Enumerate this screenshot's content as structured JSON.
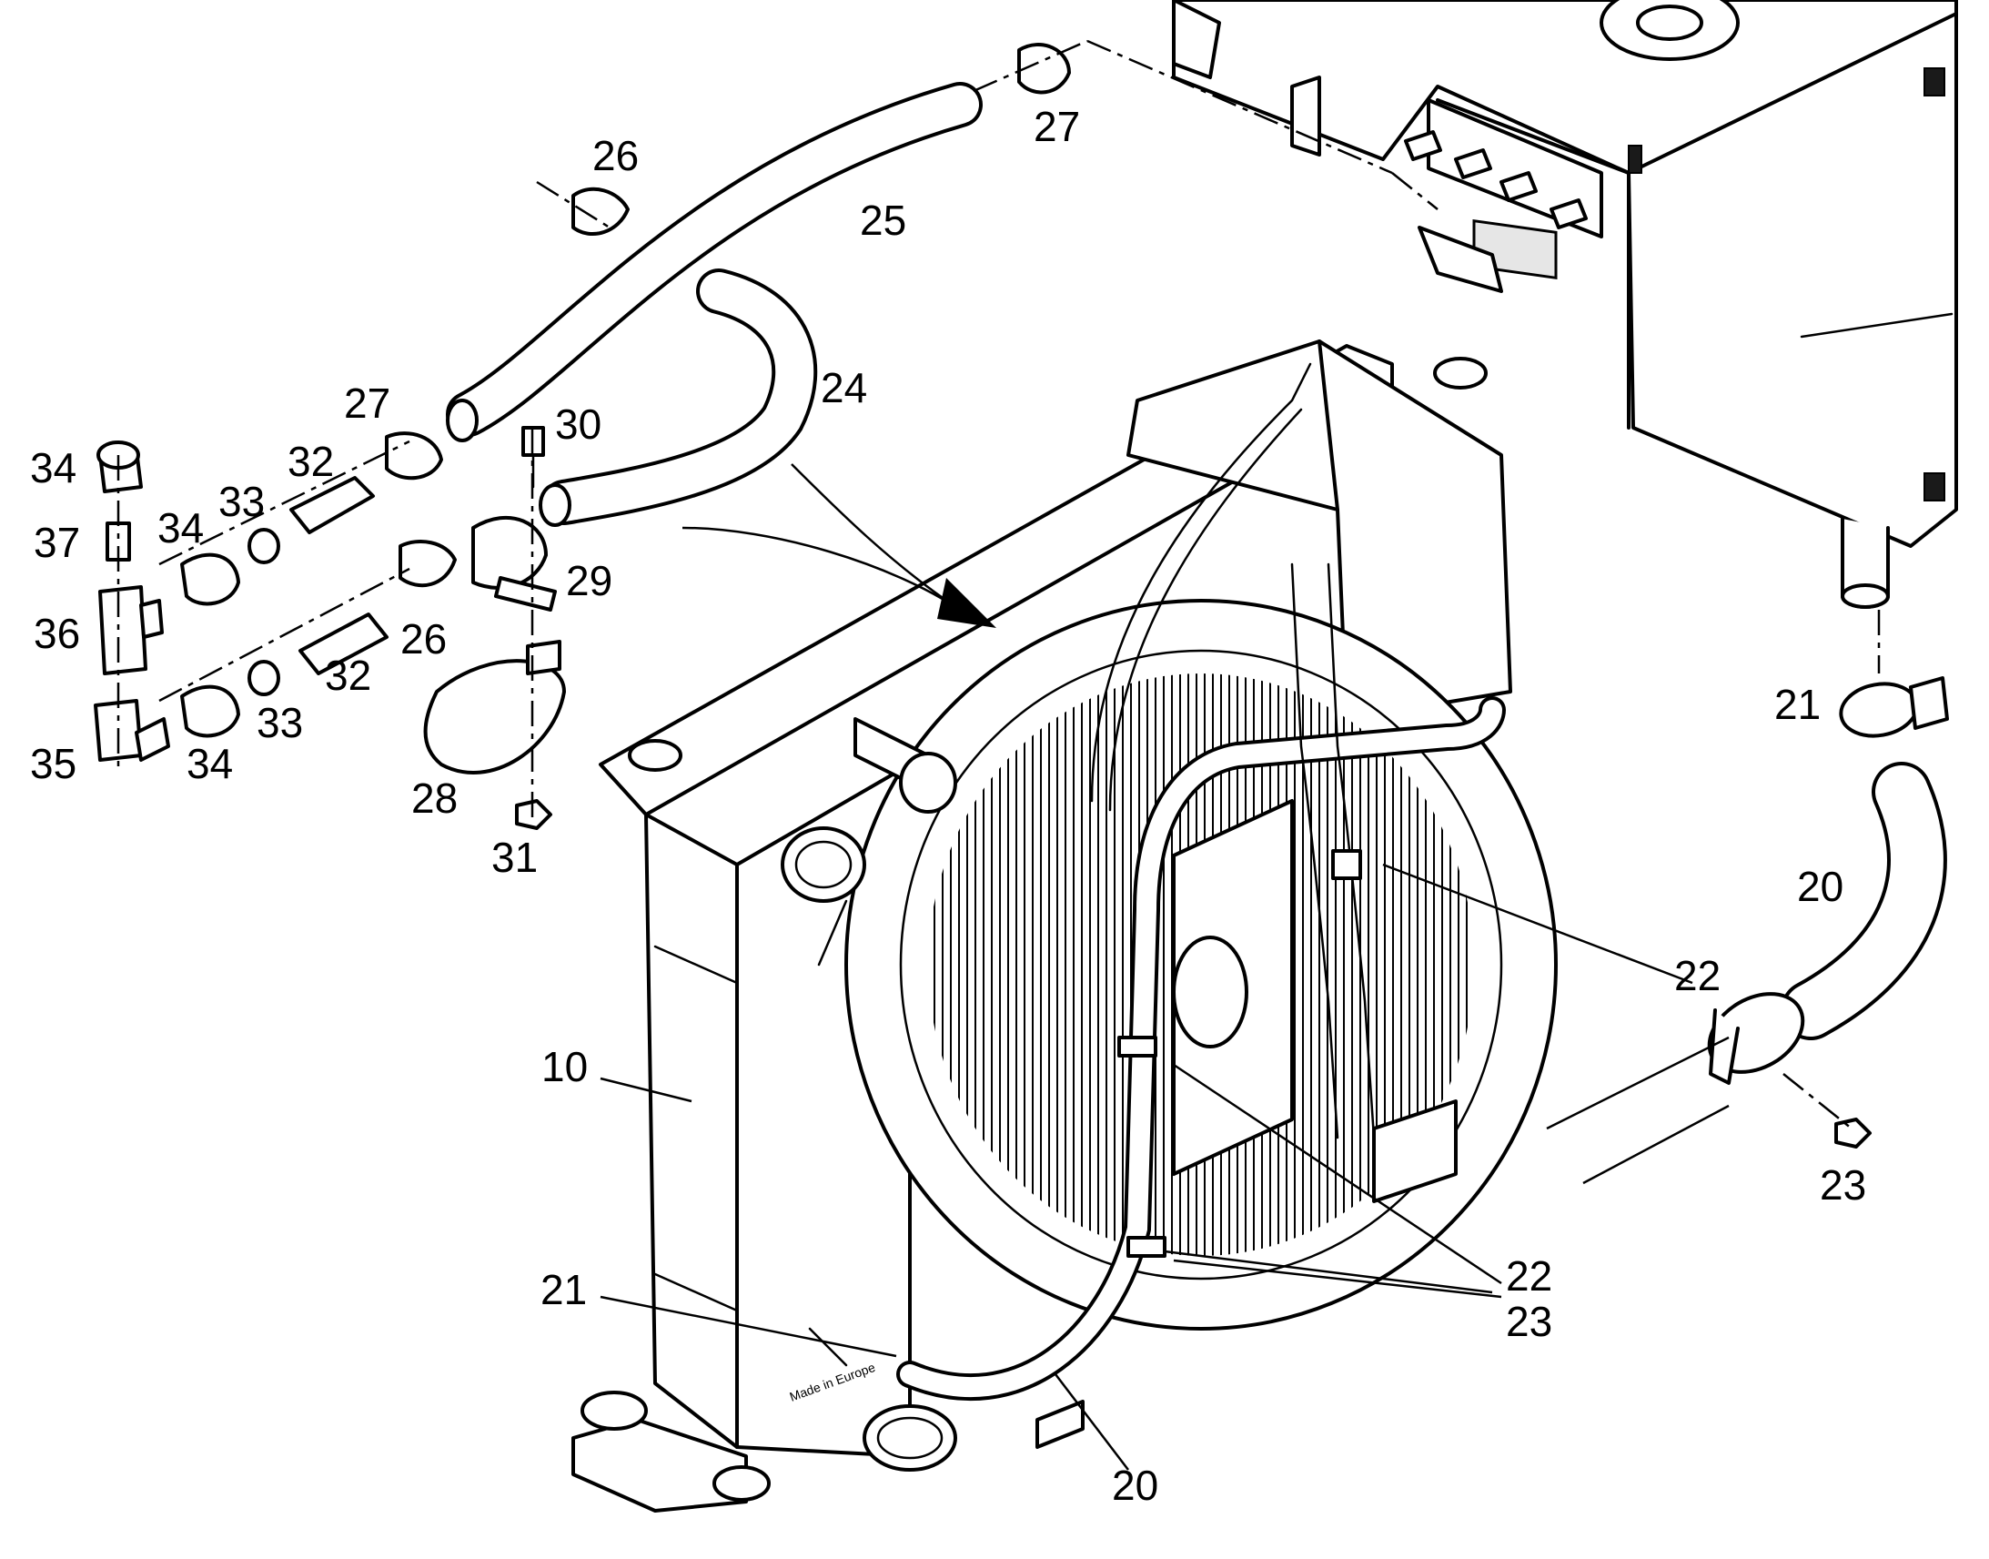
{
  "diagram": {
    "callouts": {
      "c10": "10",
      "c20a": "20",
      "c20b": "20",
      "c21a": "21",
      "c21b": "21",
      "c22a": "22",
      "c22b": "22",
      "c23a": "23",
      "c23b": "23",
      "c24": "24",
      "c25": "25",
      "c26a": "26",
      "c26b": "26",
      "c27a": "27",
      "c27b": "27",
      "c28": "28",
      "c29": "29",
      "c30": "30",
      "c31": "31",
      "c32a": "32",
      "c32b": "32",
      "c33a": "33",
      "c33b": "33",
      "c34a": "34",
      "c34b": "34",
      "c34c": "34",
      "c35": "35",
      "c36": "36",
      "c37": "37"
    },
    "colors": {
      "line": "#000000",
      "background": "#ffffff",
      "shade": "#e6e6e6"
    }
  }
}
